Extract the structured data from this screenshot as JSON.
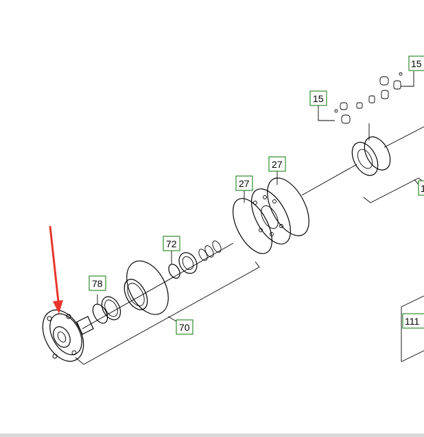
{
  "diagram": {
    "colors": {
      "callout_border": "#2e8b2e",
      "arrow": "#e8352b",
      "line": "#000000"
    },
    "callouts": {
      "c15_top": "15",
      "c15_mid": "15",
      "c27_right": "27",
      "c27_left": "27",
      "c72": "72",
      "c78": "78",
      "c70": "70",
      "c111": "111",
      "c1_partial": "1"
    },
    "highlight_icon": "red-arrow-icon"
  }
}
